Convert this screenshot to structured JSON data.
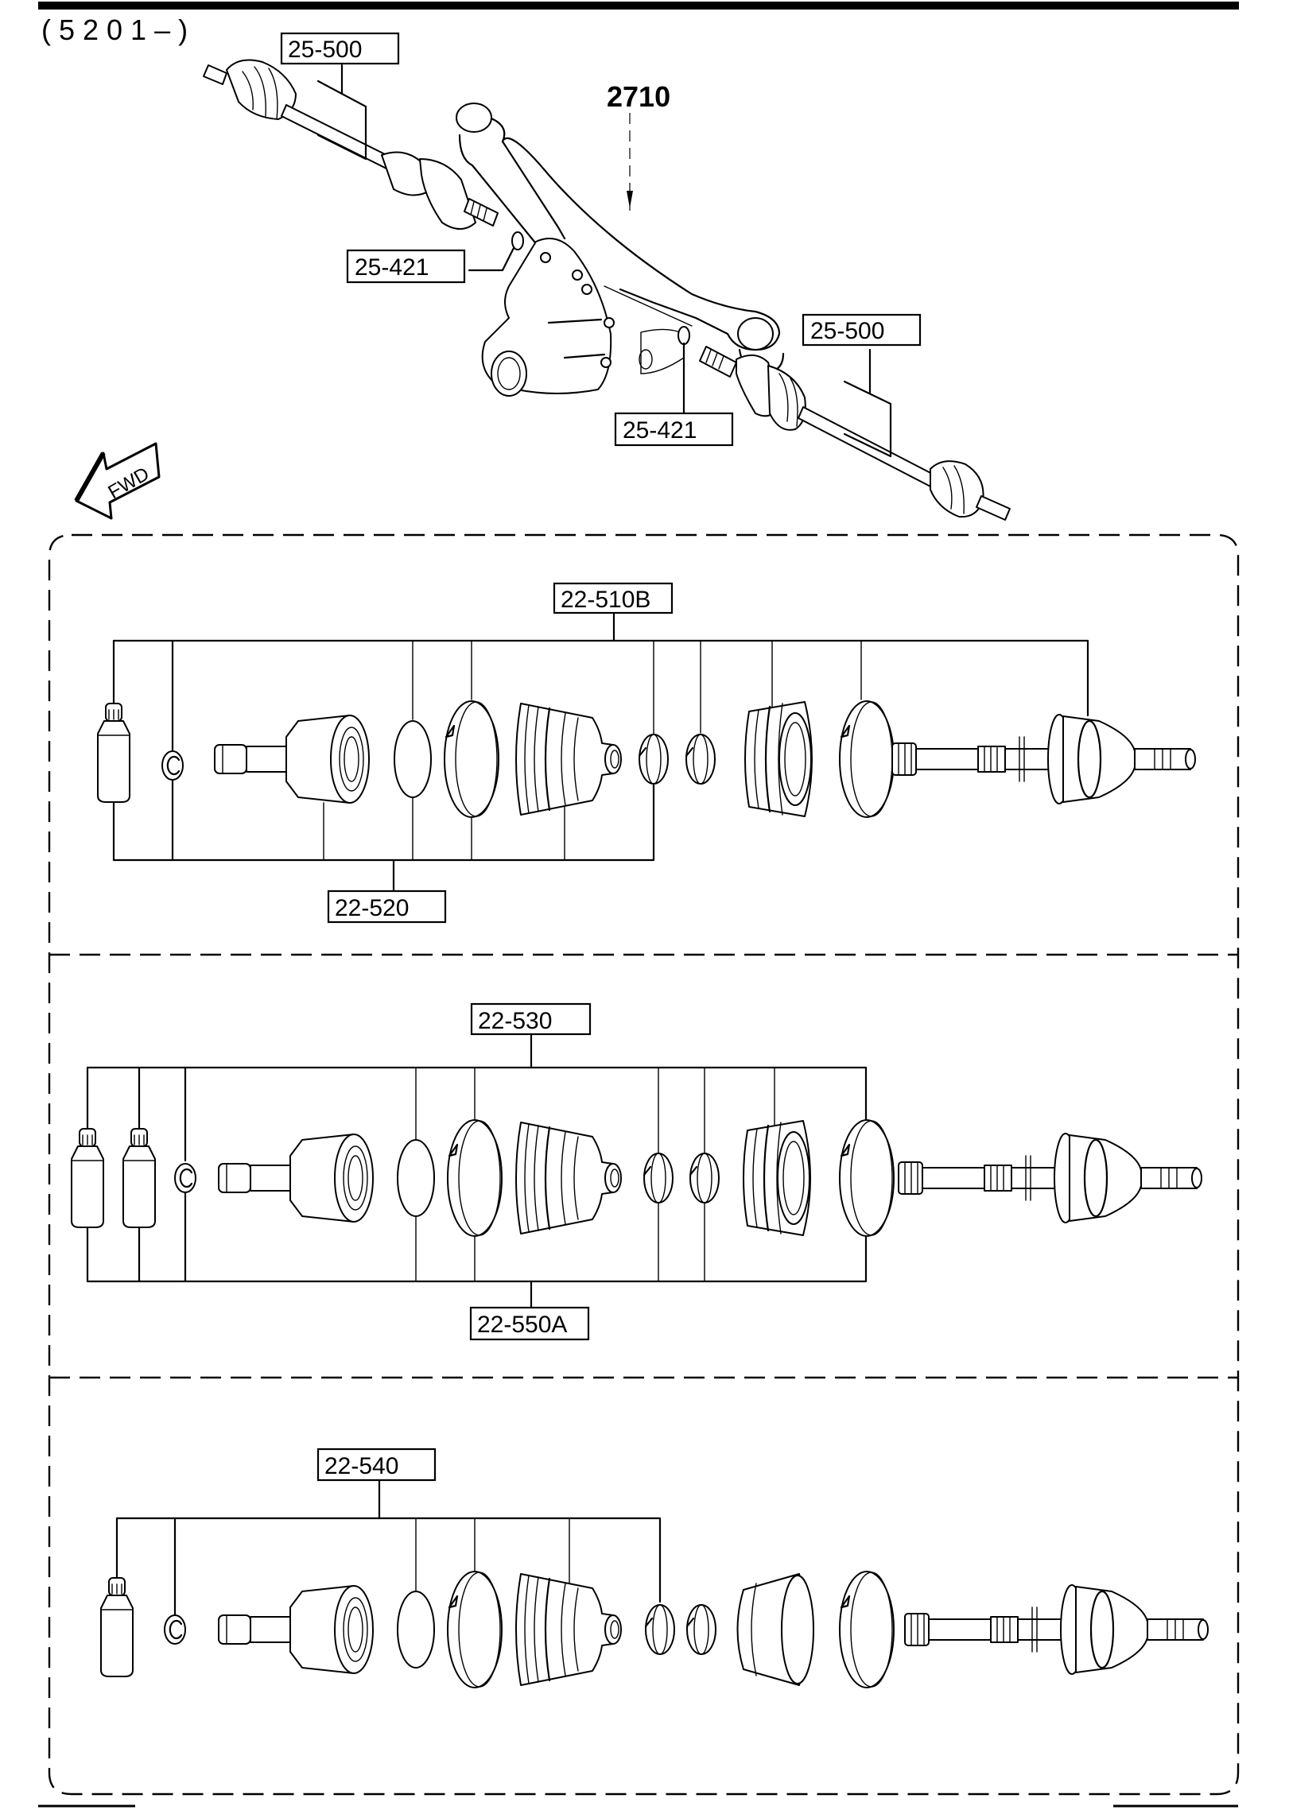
{
  "header": {
    "serial_range": "(5201–)"
  },
  "overview": {
    "assembly_label": "2710",
    "callouts": [
      {
        "id": "shaft-left",
        "code": "25-500"
      },
      {
        "id": "clip-left",
        "code": "25-421"
      },
      {
        "id": "shaft-right",
        "code": "25-500"
      },
      {
        "id": "clip-right",
        "code": "25-421"
      }
    ],
    "direction_indicator": "FWD"
  },
  "sections": [
    {
      "name": "variant-1",
      "top_callout": "22-510B",
      "bottom_callout": "22-520"
    },
    {
      "name": "variant-2",
      "top_callout": "22-530",
      "bottom_callout": "22-550A"
    },
    {
      "name": "variant-3",
      "top_callout": "22-540"
    }
  ],
  "colors": {
    "ink": "#000000",
    "paper": "#ffffff"
  }
}
